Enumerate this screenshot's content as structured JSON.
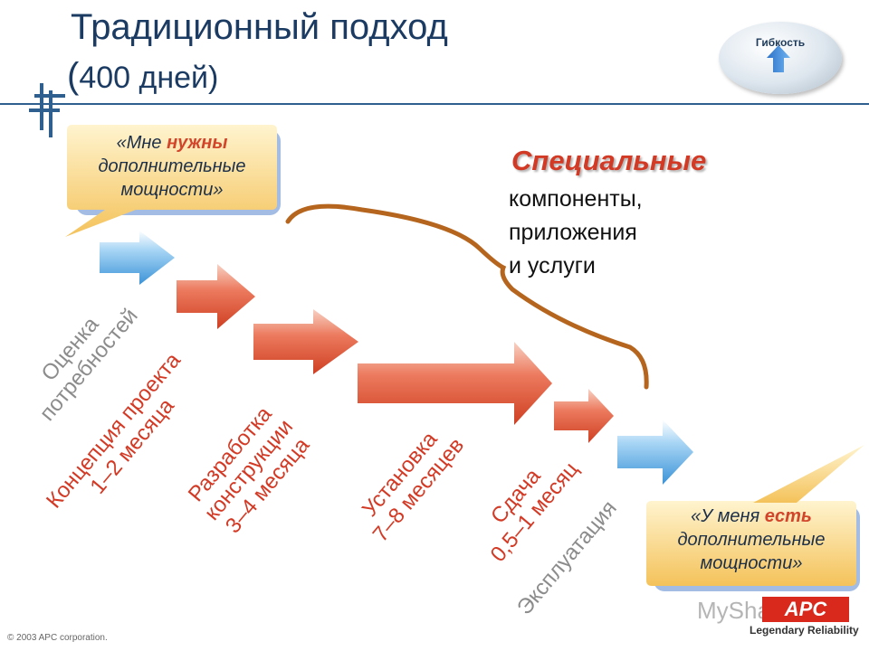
{
  "header": {
    "title": "Традиционный подход",
    "subtitle_open": "(",
    "subtitle_rest": "400 дней)"
  },
  "badge": {
    "label": "Гибкость",
    "icon": "arrow-up-icon"
  },
  "bubble_top": {
    "line1_pre": "«Мне ",
    "line1_hl": "нужны",
    "line2": "дополнительные",
    "line3": "мощности»"
  },
  "bubble_bottom": {
    "line1_pre": "«У меня ",
    "line1_hl": "есть",
    "line2": "дополнительные",
    "line3": "мощности»"
  },
  "special": {
    "heading": "Специальные",
    "lines": [
      "компоненты,",
      "приложения",
      "и услуги"
    ]
  },
  "stages": [
    {
      "lines": [
        "Оценка",
        "потребностей"
      ],
      "style": "gray"
    },
    {
      "lines": [
        "Концепция проекта",
        "1–2 месяца"
      ],
      "style": "red"
    },
    {
      "lines": [
        "Разработка",
        "конструкции",
        "3–4 месяца"
      ],
      "style": "red"
    },
    {
      "lines": [
        "Установка",
        "7–8 месяцев"
      ],
      "style": "red"
    },
    {
      "lines": [
        "Сдача",
        "0,5–1 месяц"
      ],
      "style": "red"
    },
    {
      "lines": [
        "Эксплуатация"
      ],
      "style": "gray"
    }
  ],
  "footer": {
    "copyright": "© 2003 APC corporation.",
    "logo": "APC",
    "tagline": "Legendary Reliability",
    "watermark": "MyShared"
  },
  "colors": {
    "blue_arrow": "#5fb0e8",
    "red_arrow": "#e2533a",
    "accent_red": "#d33a25",
    "navy": "#1b3b63",
    "bubble": "#f7cf78"
  }
}
